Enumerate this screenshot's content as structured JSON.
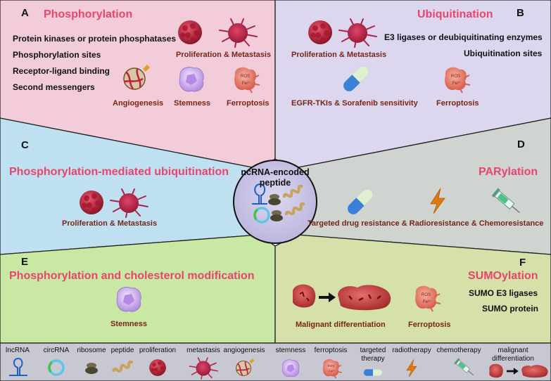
{
  "panels": {
    "A": {
      "letter": "A",
      "title": "Phosphorylation",
      "items": [
        "Protein kinases or protein phosphatases",
        "Phosphorylation sites",
        "Receptor-ligand binding",
        "Second messengers"
      ],
      "labels": {
        "prolif": "Proliferation & Metastasis",
        "angio": "Angiogenesis",
        "stem": "Stemness",
        "ferro": "Ferroptosis"
      }
    },
    "B": {
      "letter": "B",
      "title": "Ubiquitination",
      "items": [
        "E3 ligases or deubiquitinating enzymes",
        "Ubiquitination sites"
      ],
      "labels": {
        "prolif": "Proliferation & Metastasis",
        "egfr": "EGFR-TKIs & Sorafenib sensitivity",
        "ferro": "Ferroptosis"
      }
    },
    "C": {
      "letter": "C",
      "title": "Phosphorylation-mediated ubiquitination",
      "labels": {
        "prolif": "Proliferation & Metastasis"
      }
    },
    "D": {
      "letter": "D",
      "title": "PARylation",
      "labels": {
        "resist": "Targeted drug resistance & Radioresistance & Chemoresistance"
      }
    },
    "E": {
      "letter": "E",
      "title": "Phosphorylation and cholesterol modification",
      "labels": {
        "stem": "Stemness"
      }
    },
    "F": {
      "letter": "F",
      "title": "SUMOylation",
      "items": [
        "SUMO E3 ligases",
        "SUMO protein"
      ],
      "labels": {
        "malig": "Malignant differentiation",
        "ferro": "Ferroptosis"
      }
    }
  },
  "center": {
    "line1": "ncRNA-encoded",
    "line2": "peptide"
  },
  "legend": {
    "lncrna": "lncRNA",
    "circrna": "circRNA",
    "ribosome": "ribosome",
    "peptide": "peptide",
    "proliferation": "proliferation",
    "metastasis": "metastasis",
    "angiogenesis": "angiogenesis",
    "stemness": "stemness",
    "ferroptosis": "ferroptosis",
    "targeted1": "targeted",
    "targeted2": "therapy",
    "radiotherapy": "radiotherapy",
    "chemotherapy": "chemotherapy",
    "malignant1": "malignant",
    "malignant2": "differentiation"
  },
  "icon_text": {
    "ros": "ROS",
    "fe": "Fe²⁺"
  },
  "colors": {
    "panel_a": "#f2cdd9",
    "panel_b": "#dcd7ef",
    "panel_c": "#bfe0f0",
    "panel_d": "#cfd4d0",
    "panel_e": "#c9e8a4",
    "panel_f": "#d6e0a9",
    "legend_bar": "#c8c8d2",
    "center": "#ccc8e8",
    "title": "#e8456e",
    "label": "#7a2418"
  },
  "icons": [
    "proliferation-cell-icon",
    "metastasis-cell-icon",
    "angiogenesis-icon",
    "stemness-cell-icon",
    "ferroptosis-cell-icon",
    "capsule-icon",
    "lightning-icon",
    "syringe-icon",
    "lncrna-icon",
    "circrna-icon",
    "ribosome-icon",
    "peptide-icon",
    "malignant-tissue-icon",
    "arrow-icon"
  ]
}
